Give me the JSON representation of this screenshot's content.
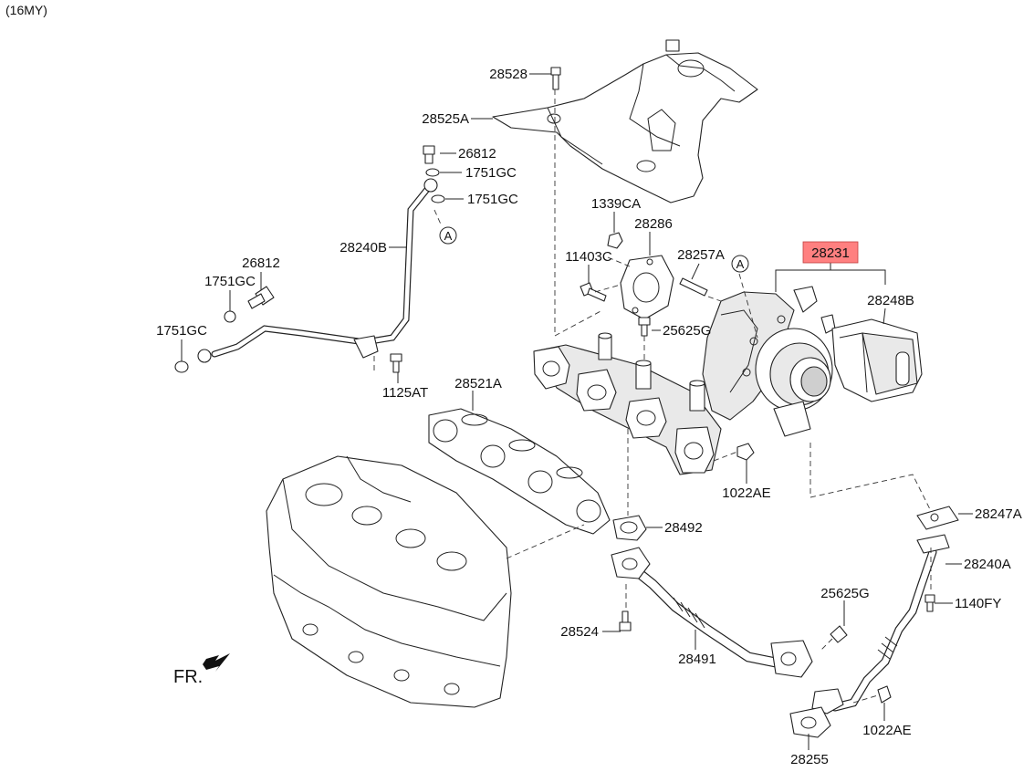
{
  "header": {
    "model_year": "(16MY)"
  },
  "highlight_color": "#ff8080",
  "callouts": {
    "c28528": "28528",
    "c28525A": "28525A",
    "c26812_top": "26812",
    "c1751GC_1": "1751GC",
    "c1751GC_2": "1751GC",
    "c28240B": "28240B",
    "c26812_left": "26812",
    "c1751GC_3": "1751GC",
    "c1751GC_4": "1751GC",
    "c1125AT": "1125AT",
    "c1339CA": "1339CA",
    "c28286": "28286",
    "c11403C": "11403C",
    "c28257A": "28257A",
    "c25625G_1": "25625G",
    "c28231": "28231",
    "c28248B": "28248B",
    "c28521A": "28521A",
    "c1022AE_1": "1022AE",
    "c28492": "28492",
    "c28247A": "28247A",
    "c28240A": "28240A",
    "c25625G_2": "25625G",
    "c1140FY": "1140FY",
    "c28524": "28524",
    "c28491": "28491",
    "c1022AE_2": "1022AE",
    "c28255": "28255"
  },
  "reference_marks": {
    "a1": "A",
    "a2": "A"
  },
  "orientation_label": "FR."
}
